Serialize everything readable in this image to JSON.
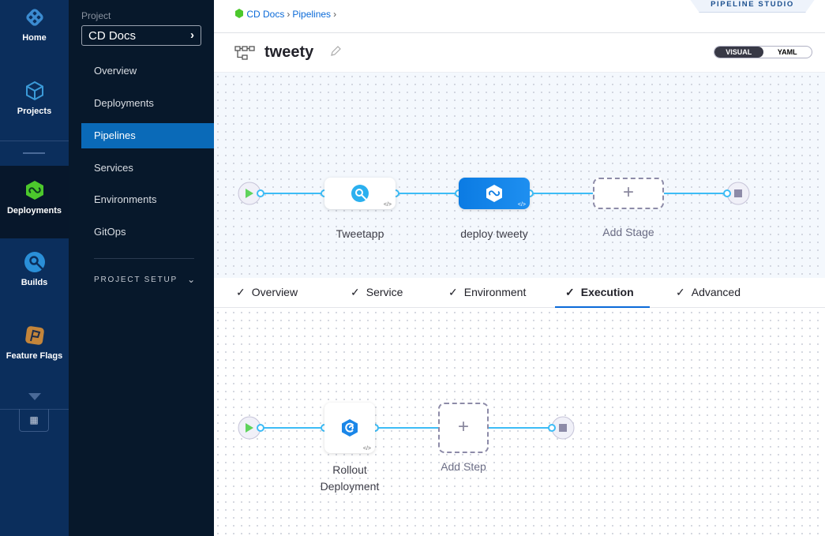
{
  "nav": {
    "items": [
      {
        "label": "Home",
        "icon": "harness-logo-icon"
      },
      {
        "label": "Projects",
        "icon": "cube-icon"
      },
      {
        "label": "Deployments",
        "icon": "cd-icon",
        "active": true
      },
      {
        "label": "Builds",
        "icon": "ci-icon"
      },
      {
        "label": "Feature Flags",
        "icon": "flag-icon"
      }
    ]
  },
  "sidebar": {
    "project_label": "Project",
    "project_name": "CD Docs",
    "items": [
      {
        "label": "Overview"
      },
      {
        "label": "Deployments"
      },
      {
        "label": "Pipelines",
        "active": true
      },
      {
        "label": "Services"
      },
      {
        "label": "Environments"
      },
      {
        "label": "GitOps"
      }
    ],
    "project_setup": "PROJECT SETUP"
  },
  "header": {
    "breadcrumb": [
      "CD Docs",
      "Pipelines"
    ],
    "studio_label": "PIPELINE STUDIO",
    "title": "tweety",
    "view_toggle": {
      "options": [
        "VISUAL",
        "YAML"
      ],
      "selected": "VISUAL"
    }
  },
  "pipeline": {
    "stages": [
      {
        "name": "Tweetapp",
        "type": "ci"
      },
      {
        "name": "deploy tweety",
        "type": "cd",
        "selected": true
      }
    ],
    "add_stage": "Add Stage"
  },
  "stage_tabs": {
    "items": [
      "Overview",
      "Service",
      "Environment",
      "Execution",
      "Advanced"
    ],
    "active": "Execution"
  },
  "execution": {
    "steps": [
      {
        "name_line1": "Rollout",
        "name_line2": "Deployment"
      }
    ],
    "add_step": "Add Step"
  },
  "colors": {
    "accent": "#0a6ad8",
    "connector": "#3dbcf6",
    "nav_bg": "#0b2e5c",
    "sidebar_bg": "#07182b"
  }
}
